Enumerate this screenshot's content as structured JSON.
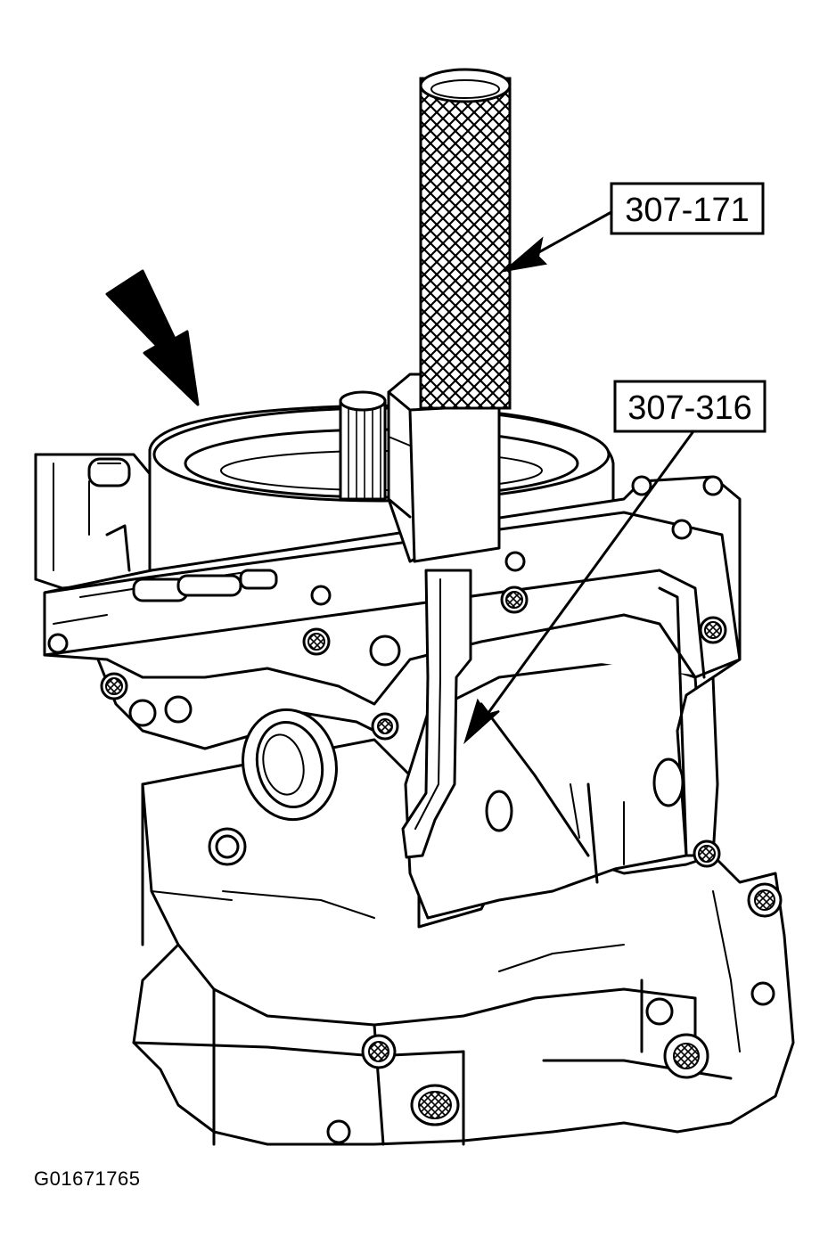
{
  "callouts": {
    "tool_upper": "307-171",
    "tool_lower": "307-316"
  },
  "figure_id": "G01671765",
  "colors": {
    "line": "#000000",
    "background": "#ffffff"
  }
}
